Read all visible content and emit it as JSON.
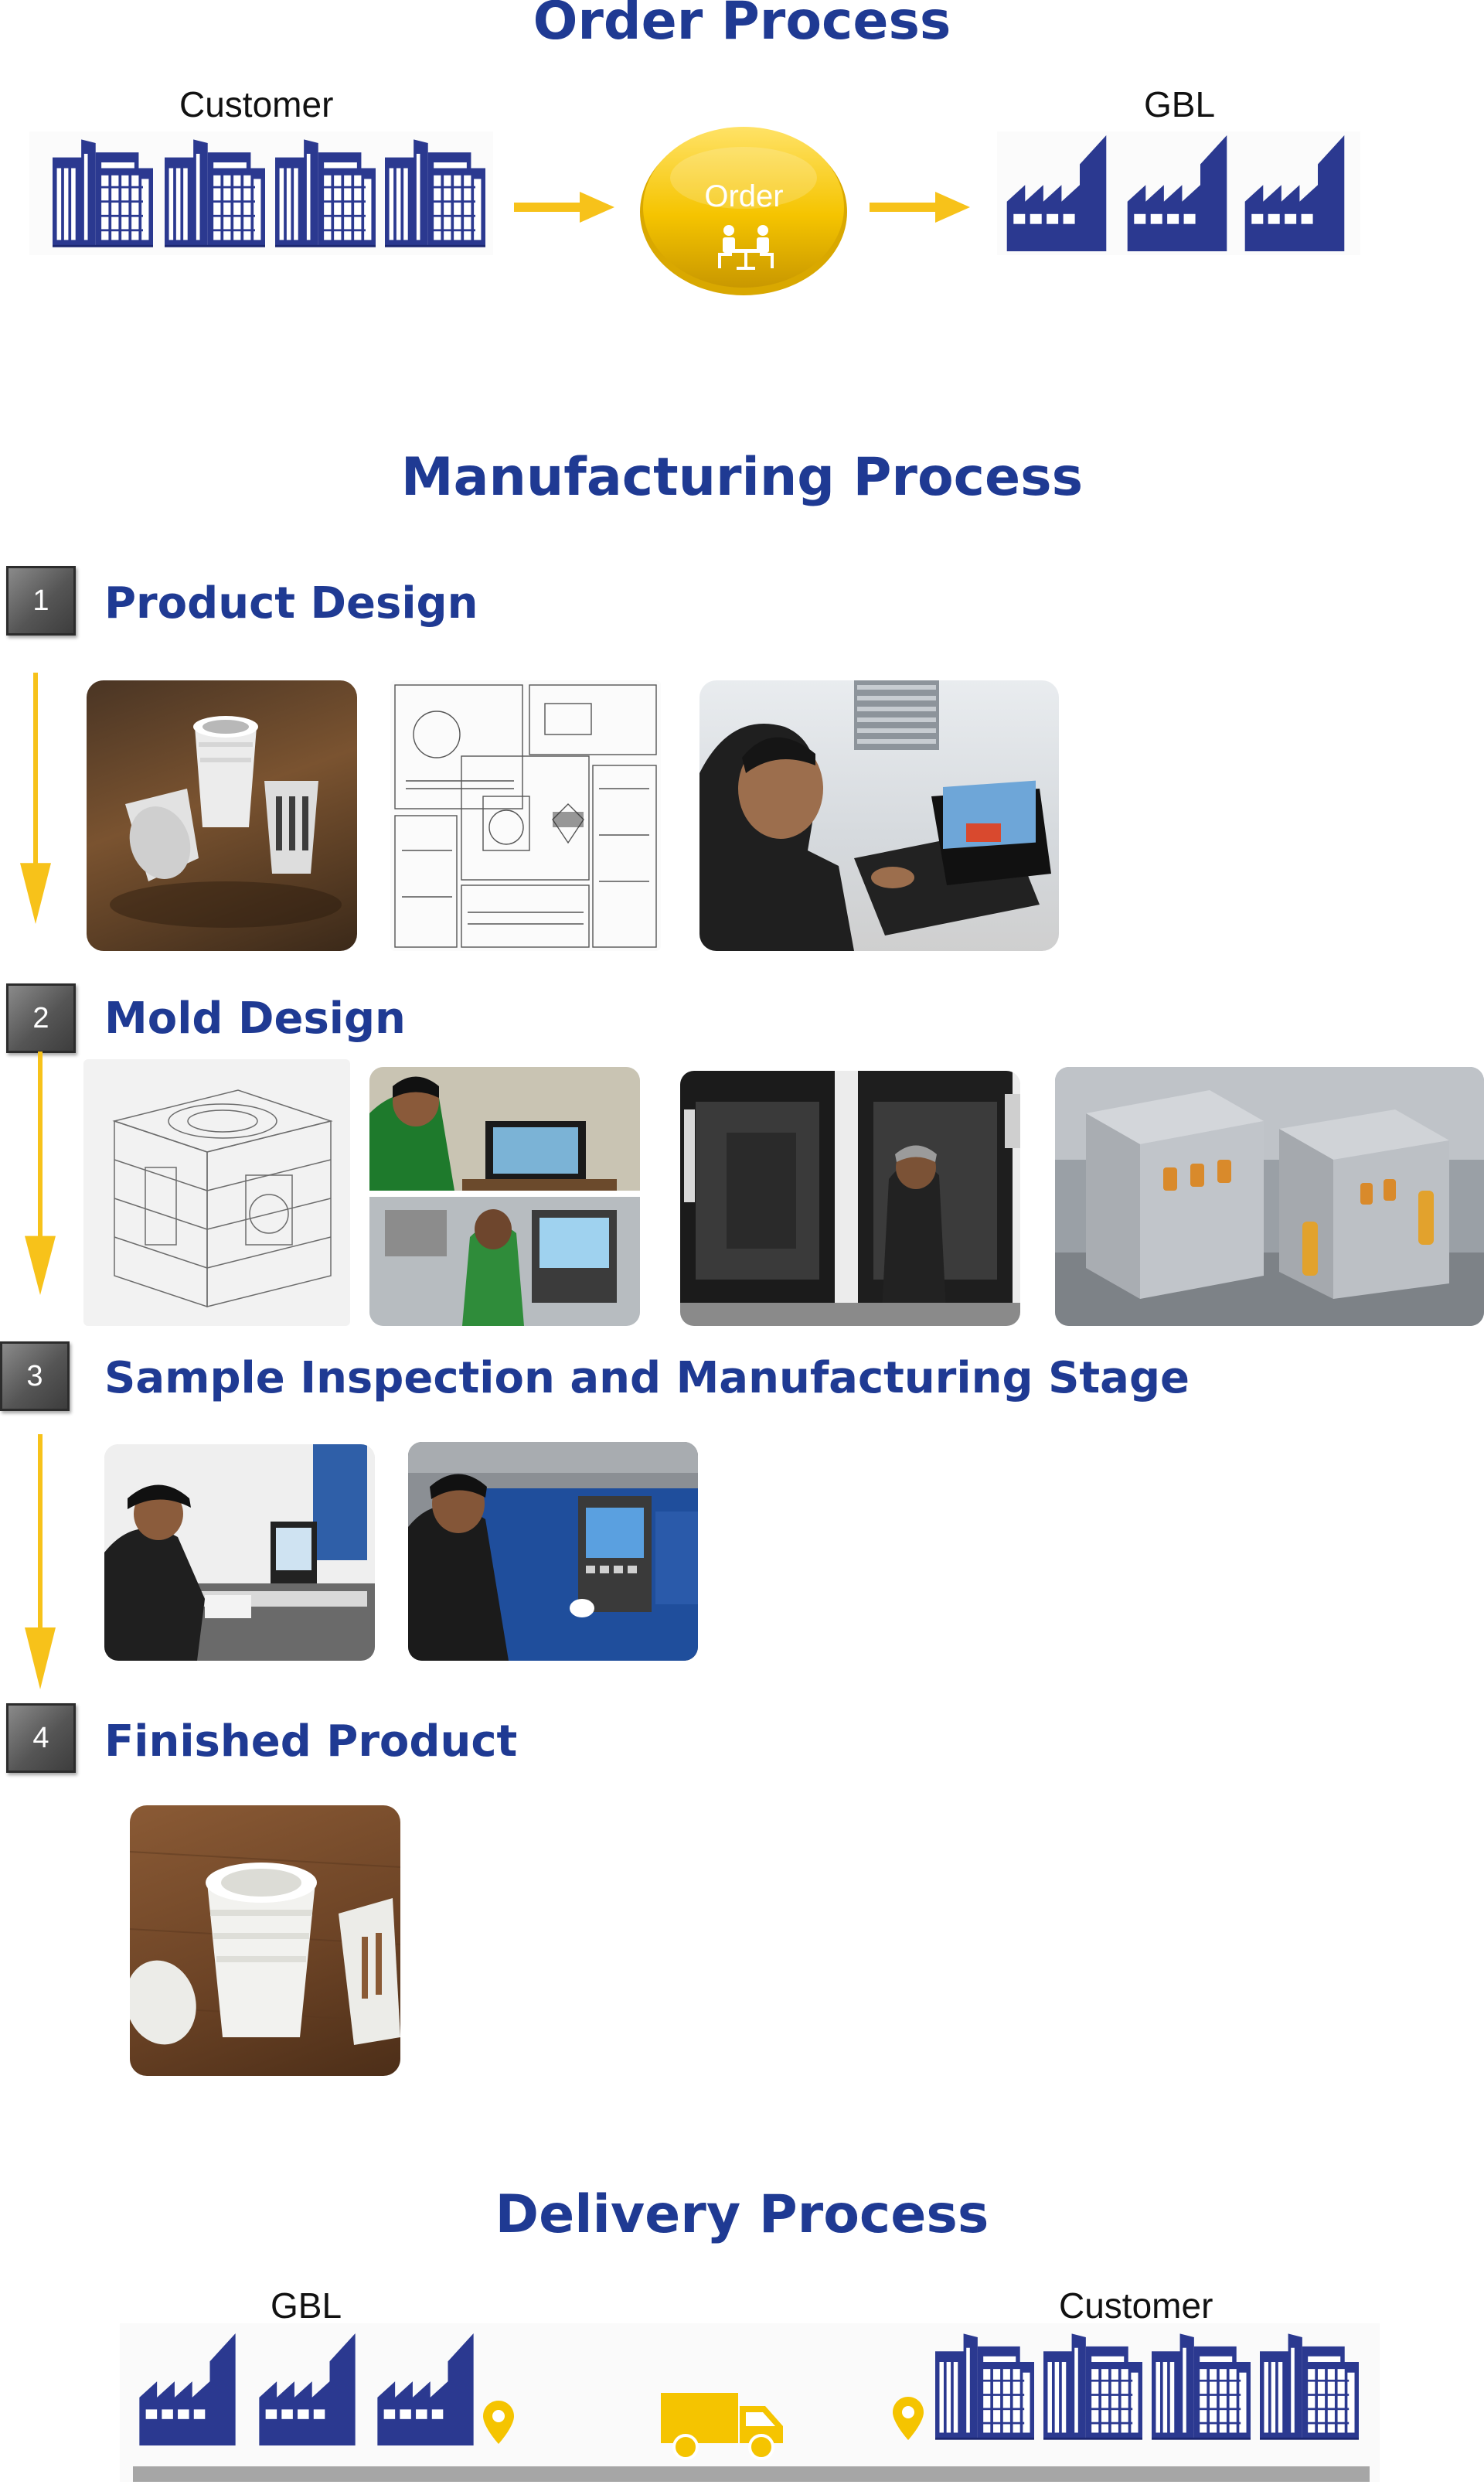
{
  "order": {
    "title": "Order Process",
    "customer_label": "Customer",
    "gbl_label": "GBL",
    "order_label": "Order"
  },
  "manufacturing": {
    "title": "Manufacturing Process",
    "steps": [
      {
        "number": "1",
        "title": "Product Design"
      },
      {
        "number": "2",
        "title": "Mold Design"
      },
      {
        "number": "3",
        "title": "Sample Inspection and Manufacturing Stage"
      },
      {
        "number": "4",
        "title": "Finished Product"
      }
    ]
  },
  "delivery": {
    "title": "Delivery Process",
    "gbl_label": "GBL",
    "customer_label": "Customer"
  },
  "colors": {
    "navy": "#1f3a93",
    "icon_blue": "#2b3990",
    "yellow": "#f5c400",
    "arrow_yellow": "#f7c21a",
    "badge_gray": "#5a5a5a",
    "road_gray": "#a6a6a6"
  },
  "icons": [
    "office-building-icon",
    "factory-icon",
    "meeting-table-icon",
    "location-pin-icon",
    "delivery-truck-icon",
    "arrow-right-icon",
    "arrow-down-icon"
  ]
}
